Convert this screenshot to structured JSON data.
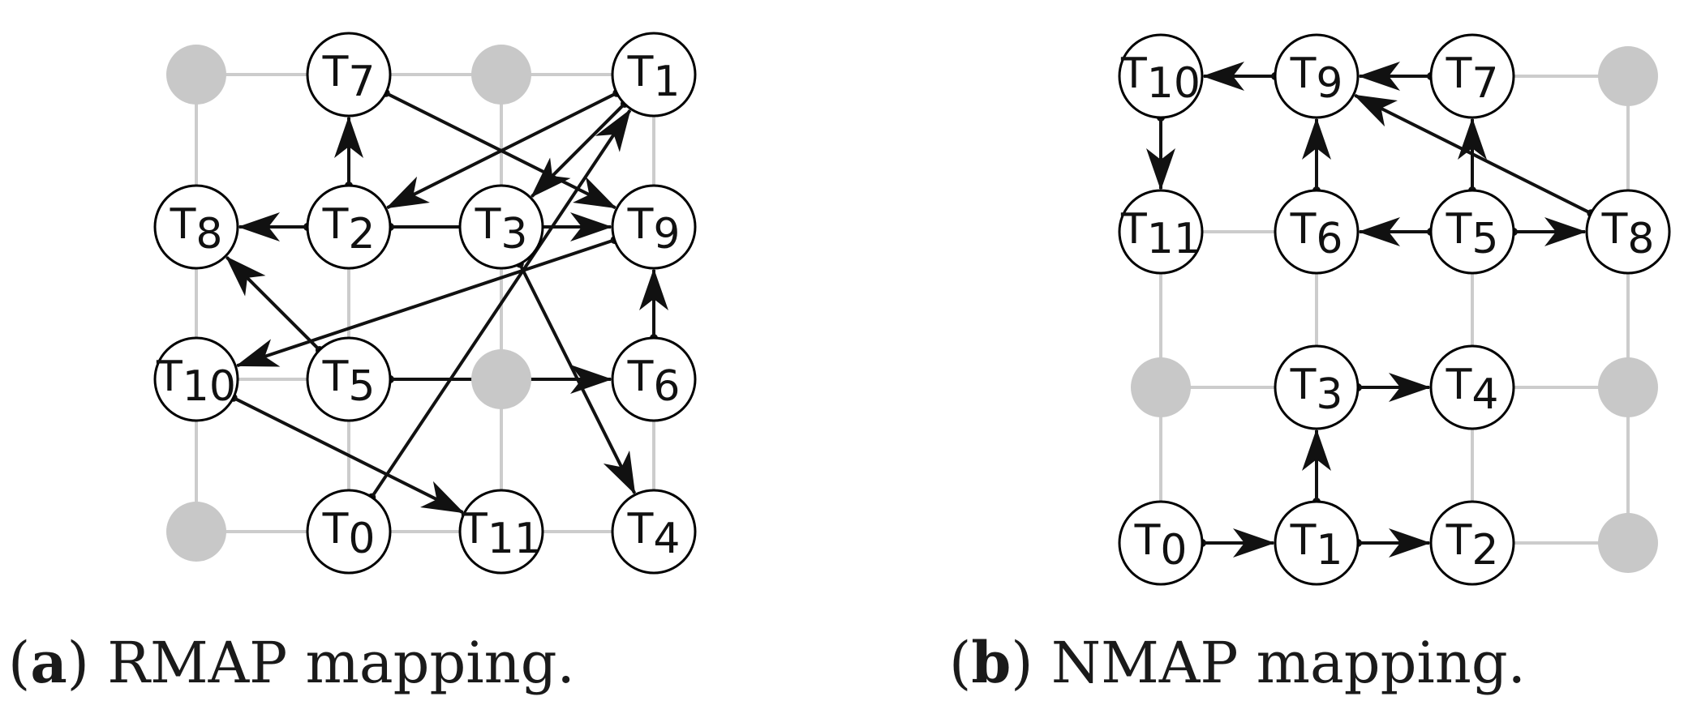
{
  "panels": [
    {
      "id": "a",
      "caption": {
        "open": "(",
        "letter": "a",
        "close": ")",
        "text": "RMAP mapping."
      },
      "grid": {
        "cols": 4,
        "rows": 4
      },
      "cells": [
        {
          "row": 0,
          "col": 0,
          "task": null
        },
        {
          "row": 0,
          "col": 1,
          "task": "7"
        },
        {
          "row": 0,
          "col": 2,
          "task": null
        },
        {
          "row": 0,
          "col": 3,
          "task": "1"
        },
        {
          "row": 1,
          "col": 0,
          "task": "8"
        },
        {
          "row": 1,
          "col": 1,
          "task": "2"
        },
        {
          "row": 1,
          "col": 2,
          "task": "3"
        },
        {
          "row": 1,
          "col": 3,
          "task": "9"
        },
        {
          "row": 2,
          "col": 0,
          "task": "10"
        },
        {
          "row": 2,
          "col": 1,
          "task": "5"
        },
        {
          "row": 2,
          "col": 2,
          "task": null
        },
        {
          "row": 2,
          "col": 3,
          "task": "6"
        },
        {
          "row": 3,
          "col": 0,
          "task": null
        },
        {
          "row": 3,
          "col": 1,
          "task": "0"
        },
        {
          "row": 3,
          "col": 2,
          "task": "11"
        },
        {
          "row": 3,
          "col": 3,
          "task": "4"
        }
      ],
      "edges": [
        {
          "from": "0",
          "to": "1"
        },
        {
          "from": "1",
          "to": "2"
        },
        {
          "from": "1",
          "to": "3"
        },
        {
          "from": "2",
          "to": "7"
        },
        {
          "from": "2",
          "to": "8"
        },
        {
          "from": "2",
          "to": "9"
        },
        {
          "from": "3",
          "to": "4"
        },
        {
          "from": "5",
          "to": "6"
        },
        {
          "from": "5",
          "to": "8"
        },
        {
          "from": "6",
          "to": "9"
        },
        {
          "from": "7",
          "to": "9"
        },
        {
          "from": "9",
          "to": "10"
        },
        {
          "from": "10",
          "to": "11"
        }
      ]
    },
    {
      "id": "b",
      "caption": {
        "open": "(",
        "letter": "b",
        "close": ")",
        "text": "NMAP mapping."
      },
      "grid": {
        "cols": 4,
        "rows": 4
      },
      "cells": [
        {
          "row": 0,
          "col": 0,
          "task": "10"
        },
        {
          "row": 0,
          "col": 1,
          "task": "9"
        },
        {
          "row": 0,
          "col": 2,
          "task": "7"
        },
        {
          "row": 0,
          "col": 3,
          "task": null
        },
        {
          "row": 1,
          "col": 0,
          "task": "11"
        },
        {
          "row": 1,
          "col": 1,
          "task": "6"
        },
        {
          "row": 1,
          "col": 2,
          "task": "5"
        },
        {
          "row": 1,
          "col": 3,
          "task": "8"
        },
        {
          "row": 2,
          "col": 0,
          "task": null
        },
        {
          "row": 2,
          "col": 1,
          "task": "3"
        },
        {
          "row": 2,
          "col": 2,
          "task": "4"
        },
        {
          "row": 2,
          "col": 3,
          "task": null
        },
        {
          "row": 3,
          "col": 0,
          "task": "0"
        },
        {
          "row": 3,
          "col": 1,
          "task": "1"
        },
        {
          "row": 3,
          "col": 2,
          "task": "2"
        },
        {
          "row": 3,
          "col": 3,
          "task": null
        }
      ],
      "edges": [
        {
          "from": "0",
          "to": "1"
        },
        {
          "from": "1",
          "to": "2"
        },
        {
          "from": "1",
          "to": "3"
        },
        {
          "from": "3",
          "to": "4"
        },
        {
          "from": "5",
          "to": "6"
        },
        {
          "from": "5",
          "to": "7"
        },
        {
          "from": "5",
          "to": "8"
        },
        {
          "from": "6",
          "to": "9"
        },
        {
          "from": "7",
          "to": "9"
        },
        {
          "from": "8",
          "to": "9"
        },
        {
          "from": "9",
          "to": "10"
        },
        {
          "from": "10",
          "to": "11"
        }
      ]
    }
  ],
  "task_prefix": "T",
  "colors": {
    "grid": "#cccccc",
    "empty_node": "#c8c8c8",
    "node_stroke": "#000000",
    "edge": "#111111"
  }
}
